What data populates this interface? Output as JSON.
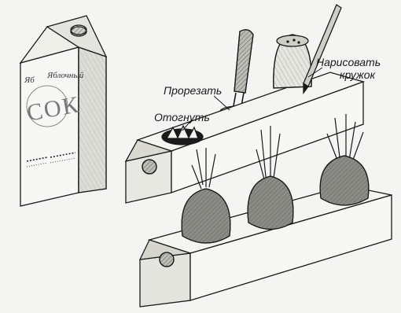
{
  "labels": {
    "cut": "Прорезать",
    "bend": "Отогнуть",
    "draw_line1": "Нарисовать",
    "draw_line2": "кружок"
  },
  "package": {
    "brand_script": "Яблочный",
    "brand_block": "СОК",
    "small_left": "Яб",
    "small_right": "Яблочный"
  },
  "colors": {
    "ink": "#1a1a1a",
    "paper": "#f4f4f2",
    "shade": "#c9c9c4"
  }
}
